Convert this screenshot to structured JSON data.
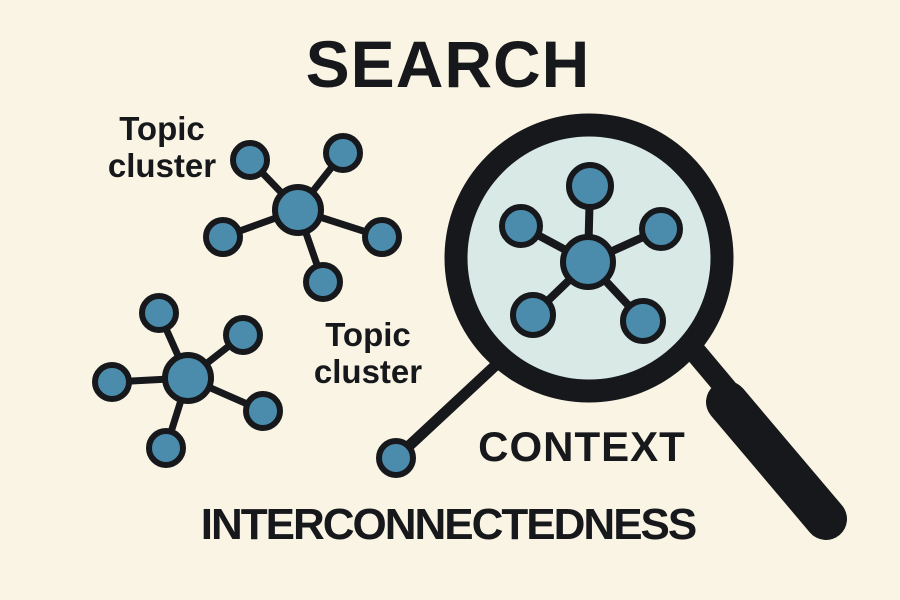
{
  "title": "SEARCH",
  "labels": {
    "cluster1": {
      "line1": "Topic",
      "line2": "cluster"
    },
    "cluster2": {
      "line1": "Topic",
      "line2": "cluster"
    },
    "context": "CONTEXT",
    "interconnectedness": "INTERCONNECTEDNESS"
  },
  "icons": {
    "topic_cluster_1": "network-cluster-icon",
    "topic_cluster_2": "network-cluster-icon",
    "magnified_cluster": "network-cluster-icon",
    "magnifier": "magnifying-glass-icon",
    "outside_node": "node-icon"
  },
  "colors": {
    "background": "#faf4e4",
    "ink": "#16181b",
    "node_blue": "#4b8cad",
    "lens": "#d9e9e6"
  }
}
